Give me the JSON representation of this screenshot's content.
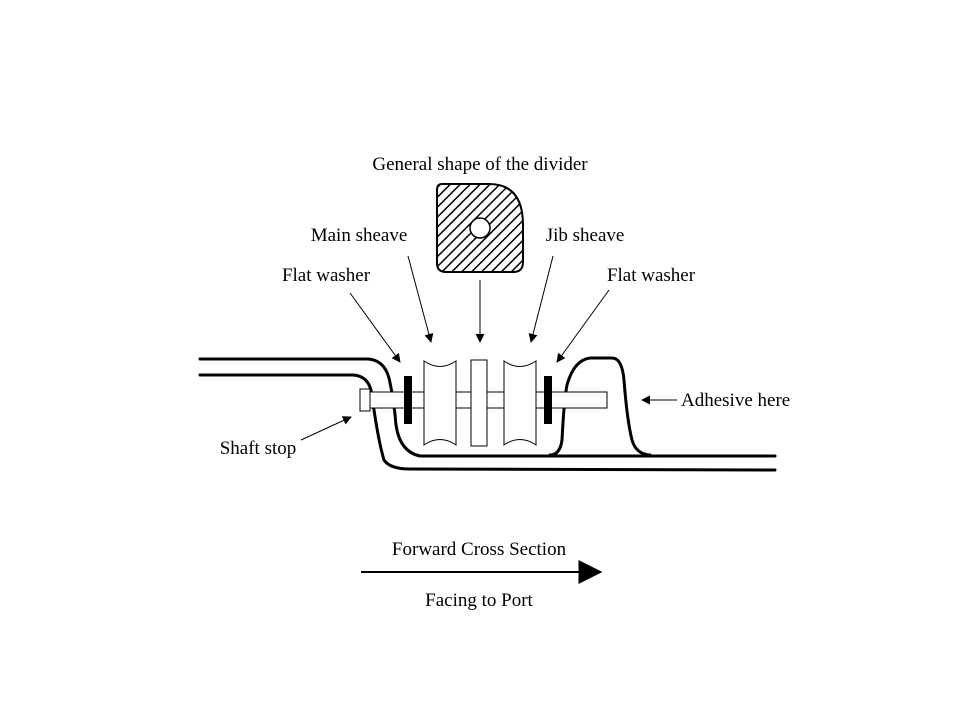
{
  "diagram": {
    "title": "General shape of the divider",
    "labels": {
      "main_sheave": "Main sheave",
      "jib_sheave": "Jib sheave",
      "flat_washer_left": "Flat washer",
      "flat_washer_right": "Flat washer",
      "shaft_stop": "Shaft stop",
      "adhesive": "Adhesive here"
    },
    "direction": {
      "caption_top": "Forward Cross Section",
      "caption_bottom": "Facing to Port",
      "arrow": "right-arrow-icon"
    },
    "colors": {
      "ink": "#000000",
      "background": "#ffffff"
    }
  }
}
